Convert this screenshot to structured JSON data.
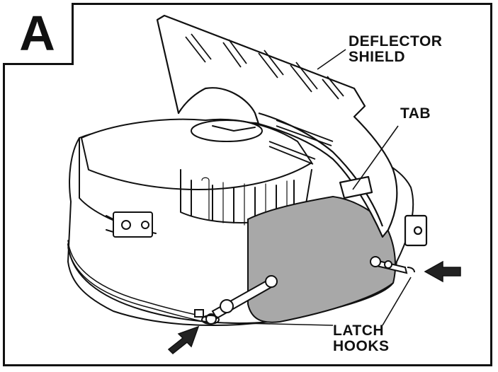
{
  "panel": {
    "letter": "A"
  },
  "labels": {
    "deflector_shield": [
      "DEFLECTOR",
      "SHIELD"
    ],
    "tab": "TAB",
    "latch_hooks": [
      "LATCH",
      "HOOKS"
    ]
  },
  "colors": {
    "outline": "#111111",
    "shield_fill": "#a8a8a8",
    "background": "#ffffff"
  }
}
